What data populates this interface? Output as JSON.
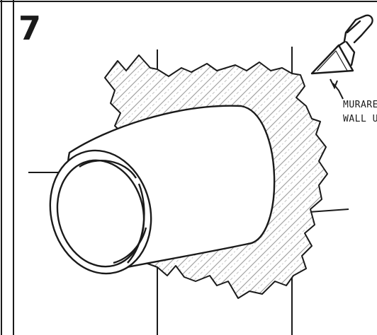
{
  "step": {
    "number": "7"
  },
  "callout": {
    "line1": "MURARE",
    "line2": "WALL U"
  },
  "icons": {
    "tool": "trowel-icon"
  },
  "colors": {
    "ink": "#1a1a1a",
    "hatch": "#9a9a9a",
    "paper": "#ffffff"
  }
}
